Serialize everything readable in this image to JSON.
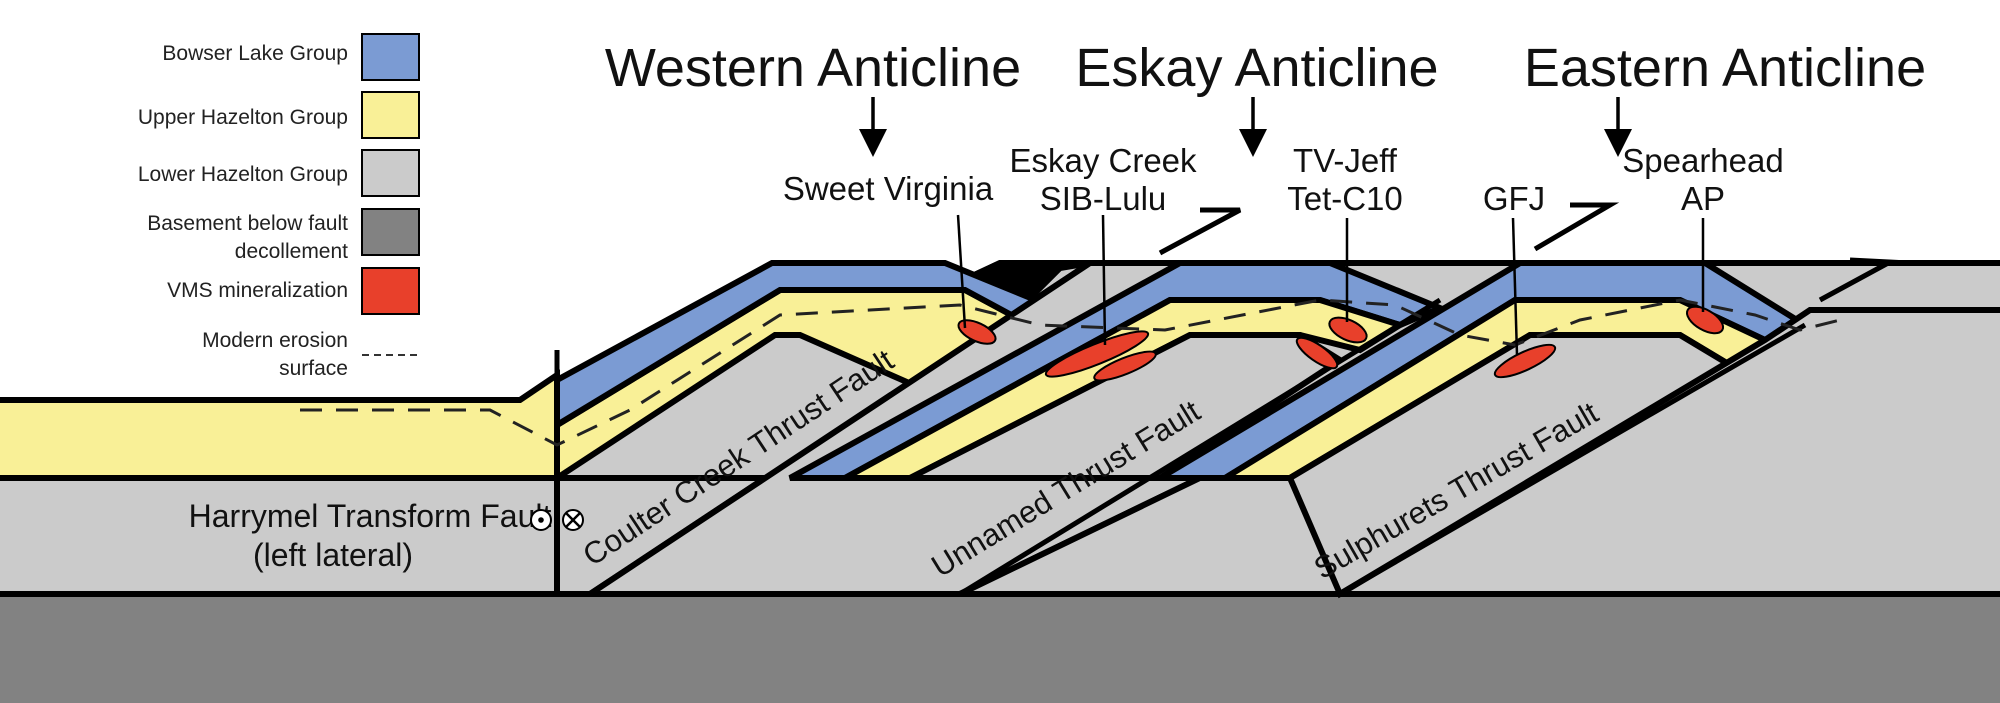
{
  "colors": {
    "bowser": "#7b9bd3",
    "upper_hazelton": "#f9f097",
    "lower_hazelton": "#cbcbcb",
    "basement": "#828282",
    "vms": "#e8402b"
  },
  "titles": {
    "western": "Western Anticline",
    "eskay": "Eskay Anticline",
    "eastern": "Eastern Anticline"
  },
  "deposits": {
    "sweet_virginia": "Sweet Virginia",
    "eskay_creek": "Eskay Creek",
    "sib_lulu": "SIB-Lulu",
    "tv_jeff": "TV-Jeff",
    "tet_c10": "Tet-C10",
    "gfj": "GFJ",
    "spearhead": "Spearhead",
    "ap": "AP"
  },
  "faults": {
    "harrymel_line1": "Harrymel Transform Fault",
    "harrymel_line2": "(left lateral)",
    "coulter_creek": "Coulter Creek Thrust Fault",
    "unnamed": "Unnamed Thrust Fault",
    "sulphurets": "Sulphurets Thrust Fault"
  },
  "legend": {
    "bowser_lake": "Bowser Lake Group",
    "upper_hazelton": "Upper Hazelton Group",
    "lower_hazelton": "Lower Hazelton Group",
    "basement_line1": "Basement below fault",
    "basement_line2": "decollement",
    "vms": "VMS mineralization",
    "erosion_line1": "Modern erosion",
    "erosion_line2": "surface"
  }
}
